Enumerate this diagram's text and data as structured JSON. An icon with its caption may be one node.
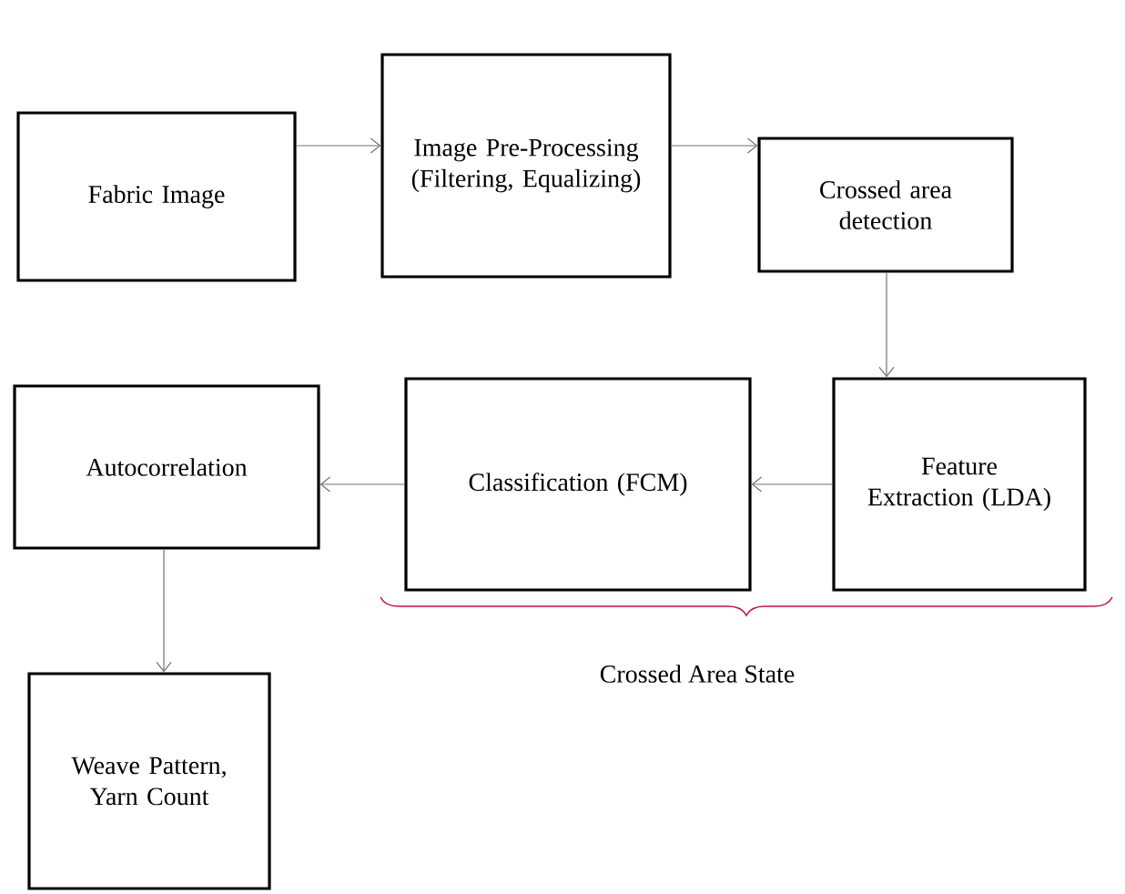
{
  "diagram": {
    "nodes": [
      {
        "text": [
          "Fabric Image"
        ]
      },
      {
        "text": [
          "Image Pre-Processing (Filtering, Equalizing)"
        ]
      },
      {
        "text": [
          "Crossed area detection"
        ]
      },
      {
        "text": [
          "Feature Extraction (LDA)"
        ]
      },
      {
        "text": [
          "Classification (FCM)"
        ]
      },
      {
        "text": [
          "Autocorrelation"
        ]
      },
      {
        "text": [
          "Weave Pattern, Yarn Count"
        ]
      }
    ],
    "edges": [
      {
        "from": 0,
        "to": 1,
        "arrow": "to"
      },
      {
        "from": 1,
        "to": 2,
        "arrow": "to"
      },
      {
        "from": 2,
        "to": 3,
        "arrow": "to"
      },
      {
        "from": 3,
        "to": 4,
        "arrow": "to"
      },
      {
        "from": 4,
        "to": 5,
        "arrow": "to"
      },
      {
        "from": 5,
        "to": 6,
        "arrow": "to"
      }
    ],
    "labels": [
      "Crossed Area State"
    ]
  }
}
